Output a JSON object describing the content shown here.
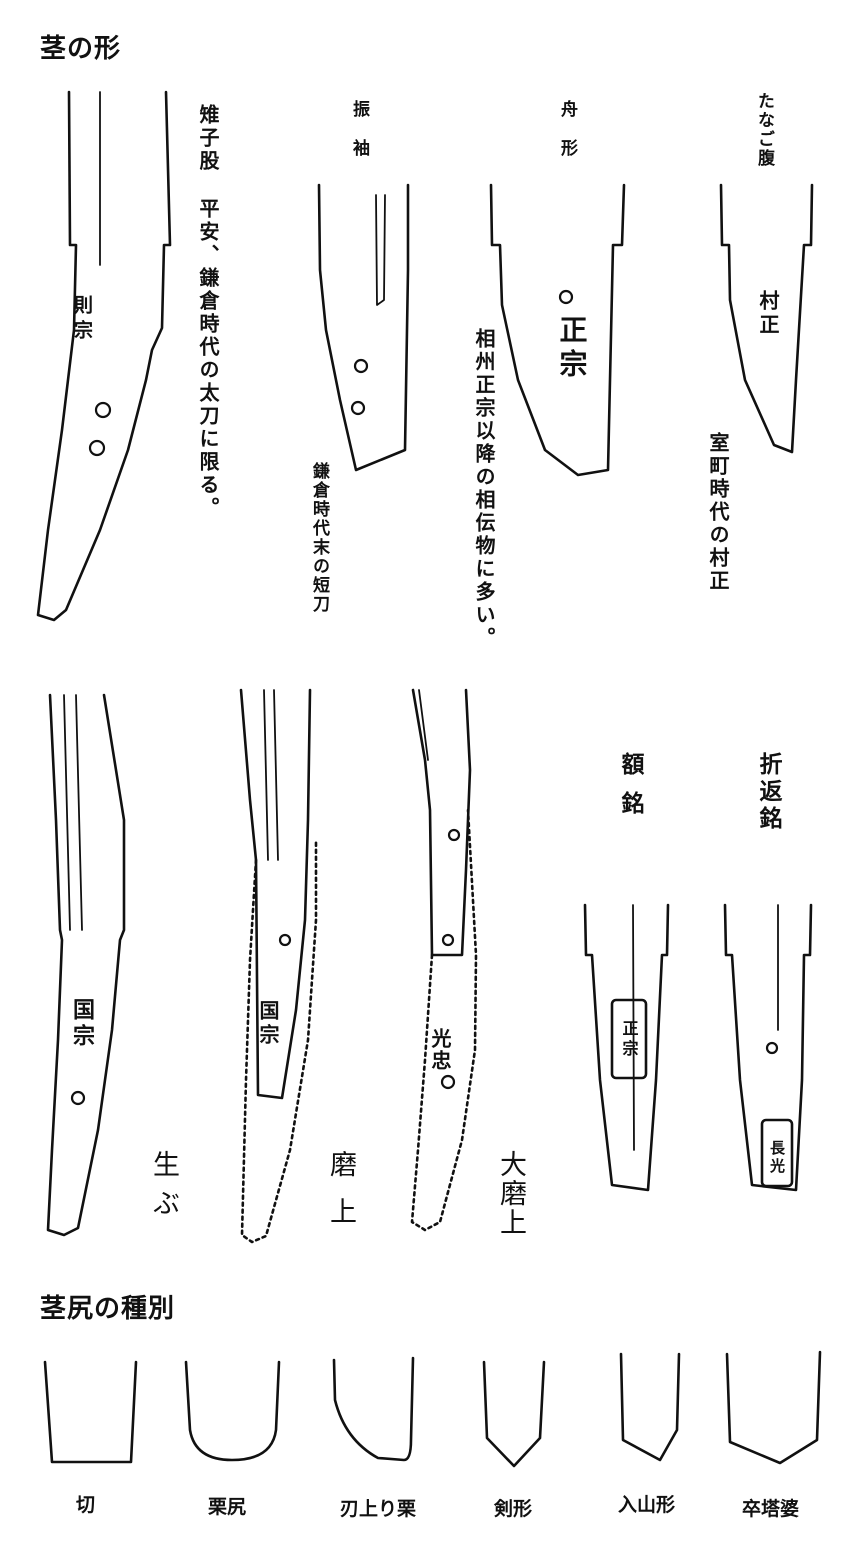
{
  "headings": {
    "shapes": "茎の形",
    "tips": "茎尻の種別"
  },
  "shapes": {
    "kijimomo": {
      "name": "雉子股",
      "note": "平安、鎌倉時代の太刀に限る。",
      "inscription": "則宗"
    },
    "furisode": {
      "name": "振袖",
      "note": "鎌倉時代末の短刀"
    },
    "funagata": {
      "name": "舟形",
      "note": "相州正宗以降の相伝物に多い。",
      "inscription": "正宗"
    },
    "tanagobara": {
      "name": "たなご腹",
      "note": "室町時代の村正",
      "inscription": "村正"
    }
  },
  "states": {
    "ubu": {
      "name": "生ぶ",
      "inscription": "国宗"
    },
    "suriage": {
      "name": "磨上",
      "inscription": "国宗"
    },
    "osuriage": {
      "name": "大磨上",
      "inscription": "光忠"
    },
    "gakumei": {
      "name": "額銘",
      "inscription": "正宗"
    },
    "orikaeshimei": {
      "name": "折返銘",
      "inscription": "長光"
    }
  },
  "tips": [
    "切",
    "栗尻",
    "刃上り栗",
    "剣形",
    "入山形",
    "卒塔婆"
  ]
}
